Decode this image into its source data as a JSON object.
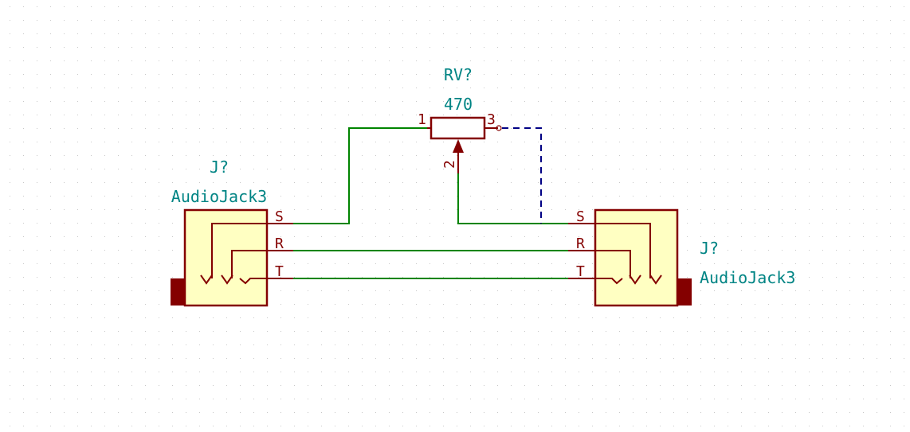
{
  "colors": {
    "background": "#ffffff",
    "grid_dot": "#c8c8c8",
    "wire": "#008400",
    "dashed_wire": "#000084",
    "component_outline": "#840000",
    "component_fill": "#ffffc2",
    "label_text": "#008484",
    "pin_text": "#840000"
  },
  "components": {
    "jack_left": {
      "reference": "J?",
      "value": "AudioJack3",
      "pins": {
        "sleeve": "S",
        "ring": "R",
        "tip": "T"
      }
    },
    "jack_right": {
      "reference": "J?",
      "value": "AudioJack3",
      "pins": {
        "sleeve": "S",
        "ring": "R",
        "tip": "T"
      }
    },
    "potentiometer": {
      "reference": "RV?",
      "value": "470",
      "pins": {
        "pin1": "1",
        "pin2": "2",
        "pin3": "3"
      }
    }
  }
}
